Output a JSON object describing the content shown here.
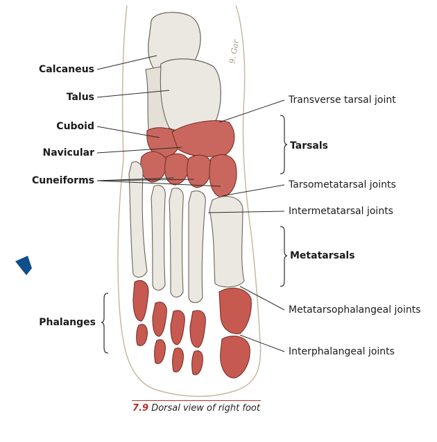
{
  "labels": {
    "calcaneus": "Calcaneus",
    "talus": "Talus",
    "cuboid": "Cuboid",
    "navicular": "Navicular",
    "cuneiforms": "Cuneiforms",
    "phalanges": "Phalanges",
    "transverse_tarsal_joint": "Transverse tarsal joint",
    "tarsals": "Tarsals",
    "tarsometatarsal_joints": "Tarsometatarsal joints",
    "intermetatarsal_joints": "Intermetatarsal joints",
    "metatarsals": "Metatarsals",
    "metatarsophalangeal_joints": "Metatarsophalangeal joints",
    "interphalangeal_joints": "Interphalangeal joints"
  },
  "caption": {
    "figure_number": "7.9",
    "text": "Dorsal view of right foot"
  },
  "colors": {
    "bone": "#ebe8e1",
    "bone_outline": "#6b6259",
    "tarsal_highlight": "#c9675e",
    "phalanx_highlight": "#c65a50",
    "skin_outline": "#c9b79e",
    "leader_line": "#2a2a2a",
    "caption_accent": "#b3312c",
    "side_marker": "#0d4f8b"
  }
}
